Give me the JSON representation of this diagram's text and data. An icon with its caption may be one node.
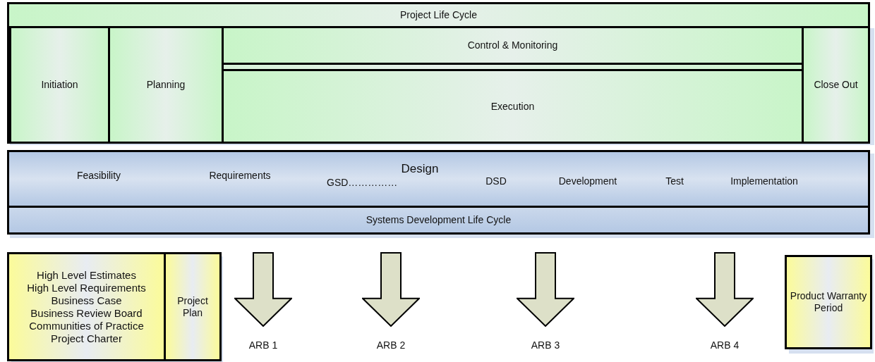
{
  "diagram": {
    "nodes": [
      {
        "text": [
          "Project Life Cycle"
        ]
      },
      {
        "text": [
          "Initiation"
        ],
        "in": 0
      },
      {
        "text": [
          "Planning"
        ],
        "in": 0
      },
      {
        "text": [
          "Control & Monitoring"
        ],
        "in": 0
      },
      {
        "text": [
          "Execution"
        ],
        "in": 0
      },
      {
        "text": [
          "Close Out"
        ],
        "in": 0
      },
      {
        "text": [
          "Systems Development Life Cycle"
        ]
      },
      {
        "text": [
          "Feasibility",
          "Requirements",
          "Design",
          "GSD……………",
          "DSD",
          "Development",
          "Test",
          "Implementation"
        ],
        "in": 6
      },
      {
        "text": [
          "High Level Estimates",
          "High Level Requirements",
          "Business Case",
          "Business Review Board",
          "Communities of Practice",
          "Project Charter"
        ]
      },
      {
        "text": [
          "Project Plan"
        ]
      },
      {
        "text": [],
        "shape": "arrow",
        "beside": [
          "ARB 1"
        ]
      },
      {
        "text": [],
        "shape": "arrow",
        "beside": [
          "ARB 2"
        ]
      },
      {
        "text": [],
        "shape": "arrow",
        "beside": [
          "ARB 3"
        ]
      },
      {
        "text": [],
        "shape": "arrow",
        "beside": [
          "ARB 4"
        ]
      },
      {
        "text": [
          "Product Warranty Period"
        ]
      }
    ]
  }
}
